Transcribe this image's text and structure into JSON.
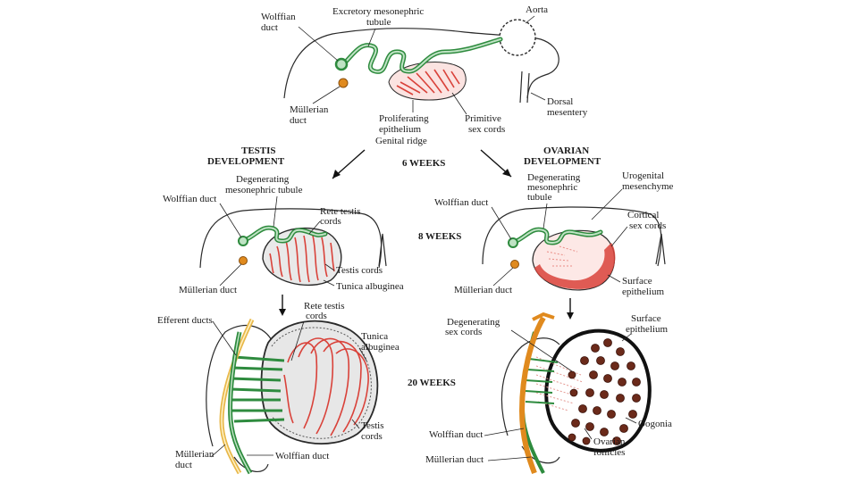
{
  "labels": {
    "top": {
      "wolffian_duct": [
        "Wolffian",
        "duct"
      ],
      "excretory_tubule": [
        "Excretory mesonephric",
        "tubule"
      ],
      "aorta": "Aorta",
      "mullerian_duct": [
        "Müllerian",
        "duct"
      ],
      "dorsal_mesentery": [
        "Dorsal",
        "mesentery"
      ],
      "proliferating_epithelium": [
        "Proliferating",
        "epithelium"
      ],
      "genital_ridge": "Genital ridge",
      "primitive_sex_cords": [
        "Primitive",
        "sex cords"
      ]
    },
    "stages": {
      "testis_development": [
        "TESTIS",
        "DEVELOPMENT"
      ],
      "ovarian_development": [
        "OVARIAN",
        "DEVELOPMENT"
      ],
      "six_weeks": "6 WEEKS",
      "eight_weeks": "8 WEEKS",
      "twenty_weeks": "20 WEEKS"
    },
    "testis_8": {
      "degenerating_tubule": [
        "Degenerating",
        "mesonephric tubule"
      ],
      "wolffian_duct": "Wolffian duct",
      "rete_testis": [
        "Rete testis",
        "cords"
      ],
      "testis_cords": "Testis cords",
      "mullerian_duct": "Müllerian duct",
      "tunica_albuginea": "Tunica albuginea"
    },
    "ovary_8": {
      "wolffian_duct": "Wolffian duct",
      "degenerating_tubule": [
        "Degenerating",
        "mesonephric",
        "tubule"
      ],
      "urogenital_mesenchyme": [
        "Urogenital",
        "mesenchyme"
      ],
      "cortical_sex_cords": [
        "Cortical",
        "sex cords"
      ],
      "mullerian_duct": "Müllerian duct",
      "surface_epithelium": [
        "Surface",
        "epithelium"
      ]
    },
    "testis_20": {
      "efferent_ducts": "Efferent ducts",
      "rete_testis": [
        "Rete testis",
        "cords"
      ],
      "tunica_albuginea": [
        "Tunica",
        "albuginea"
      ],
      "testis_cords": [
        "Testis",
        "cords"
      ],
      "mullerian_duct": [
        "Müllerian",
        "duct"
      ],
      "wolffian_duct": "Wolffian duct"
    },
    "ovary_20": {
      "degenerating_sex_cords": [
        "Degenerating",
        "sex cords"
      ],
      "surface_epithelium": [
        "Surface",
        "epithelium"
      ],
      "oogonia": "Oogonia",
      "wolffian_duct": "Wolffian duct",
      "ovarian_follicles": [
        "Ovarian",
        "follicles"
      ],
      "mullerian_duct": "Müllerian duct"
    }
  },
  "colors": {
    "wolffian_duct": "#2e8b3e",
    "mullerian_duct": "#e08a1e",
    "sex_cords": "#d9423a",
    "follicles": "#6b2a1a"
  }
}
